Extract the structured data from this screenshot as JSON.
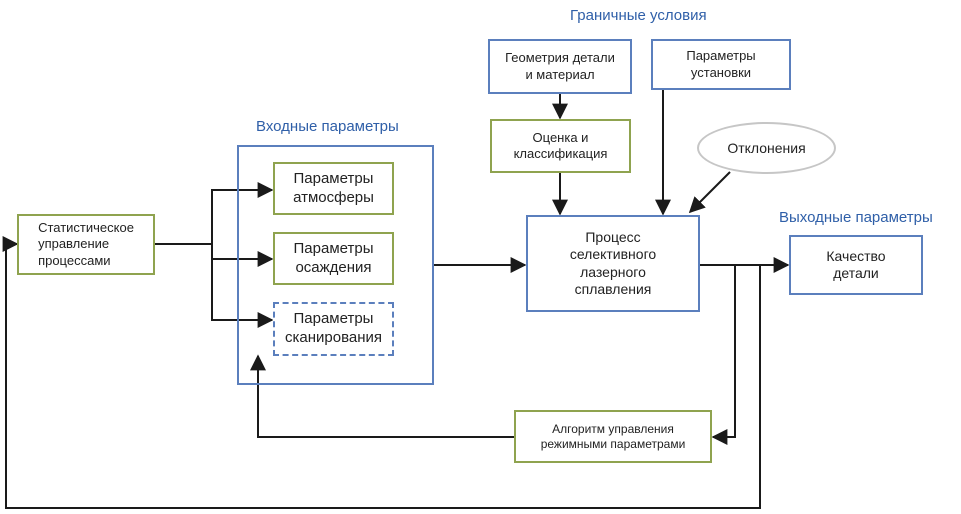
{
  "headings": {
    "boundary": "Граничные условия",
    "inputs": "Входные параметры",
    "outputs": "Выходные параметры"
  },
  "nodes": {
    "spc": "Статистическое\nуправление\nпроцессами",
    "atmosphere": "Параметры\nатмосферы",
    "deposition": "Параметры\nосаждения",
    "scanning": "Параметры\nсканирования",
    "geometry": "Геометрия детали\nи материал",
    "equipment": "Параметры\nустановки",
    "assessment": "Оценка и\nклассификация",
    "deviations": "Отклонения",
    "process": "Процесс\nселективного\nлазерного\nсплавления",
    "quality": "Качество\nдетали",
    "algorithm": "Алгоритм  управления\nрежимными параметрами"
  },
  "colors": {
    "green_border": "#8fa34f",
    "blue_border": "#5b7fbd",
    "heading_text": "#2f5fa8",
    "ellipse_border": "#c6c6c6",
    "arrow": "#1a1a1a"
  }
}
